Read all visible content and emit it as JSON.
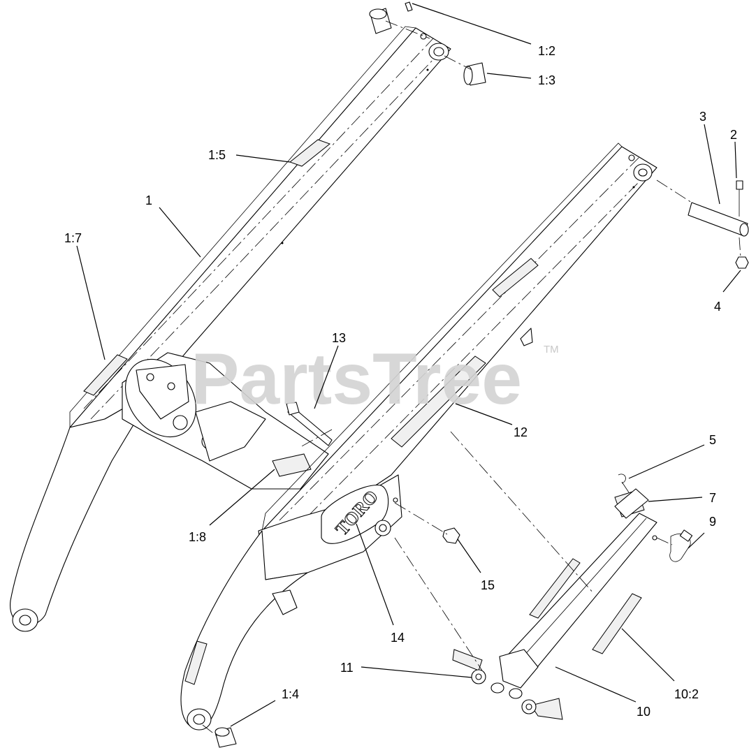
{
  "watermark": {
    "text": "PartsTree",
    "trademark": "TM"
  },
  "brand_logo": "TORO",
  "callouts": {
    "c_1_2": "1:2",
    "c_1_3": "1:3",
    "c_1_5": "1:5",
    "c_1": "1",
    "c_1_7": "1:7",
    "c_3": "3",
    "c_2": "2",
    "c_4": "4",
    "c_13": "13",
    "c_12": "12",
    "c_5": "5",
    "c_7": "7",
    "c_9": "9",
    "c_1_8": "1:8",
    "c_15": "15",
    "c_14": "14",
    "c_11": "11",
    "c_10": "10",
    "c_10_2": "10:2",
    "c_1_4": "1:4"
  }
}
